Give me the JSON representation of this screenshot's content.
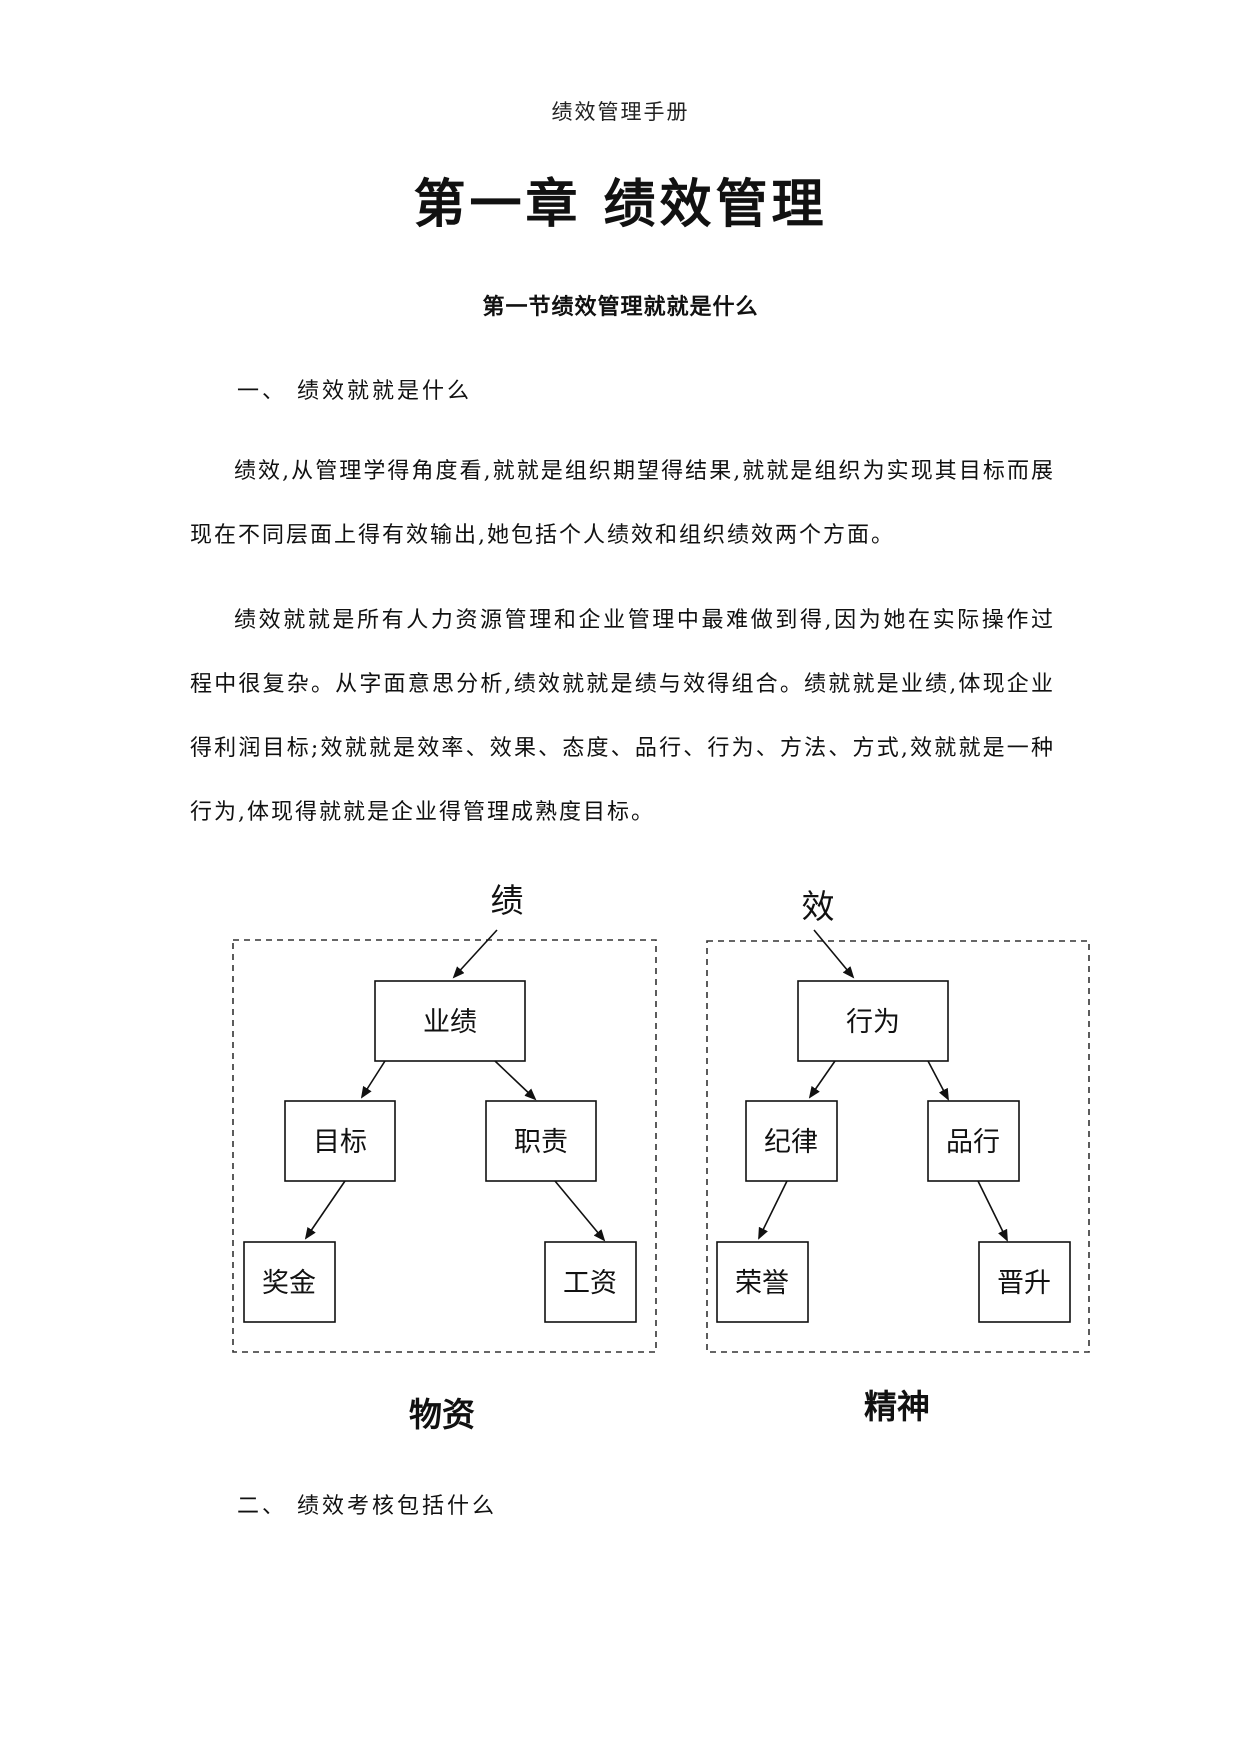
{
  "header": {
    "running_title": "绩效管理手册"
  },
  "chapter": {
    "title": "第一章 绩效管理"
  },
  "section": {
    "title": "第一节绩效管理就就是什么"
  },
  "heading1": "一、 绩效就就是什么",
  "para1": "绩效,从管理学得角度看,就就是组织期望得结果,就就是组织为实现其目标而展现在不同层面上得有效输出,她包括个人绩效和组织绩效两个方面。",
  "para2": "绩效就就是所有人力资源管理和企业管理中最难做到得,因为她在实际操作过程中很复杂。从字面意思分析,绩效就就是绩与效得组合。绩就就是业绩,体现企业得利润目标;效就就是效率、效果、态度、品行、行为、方法、方式,效就就是一种行为,体现得就就是企业得管理成熟度目标。",
  "diagram": {
    "left": {
      "top_label": "绩",
      "root": "业绩",
      "mid_left": "目标",
      "mid_right": "职责",
      "leaf_left": "奖金",
      "leaf_right": "工资",
      "caption": "物资"
    },
    "right": {
      "top_label": "效",
      "root": "行为",
      "mid_left": "纪律",
      "mid_right": "品行",
      "leaf_left": "荣誉",
      "leaf_right": "晋升",
      "caption": "精神"
    }
  },
  "heading2": "二、 绩效考核包括什么"
}
